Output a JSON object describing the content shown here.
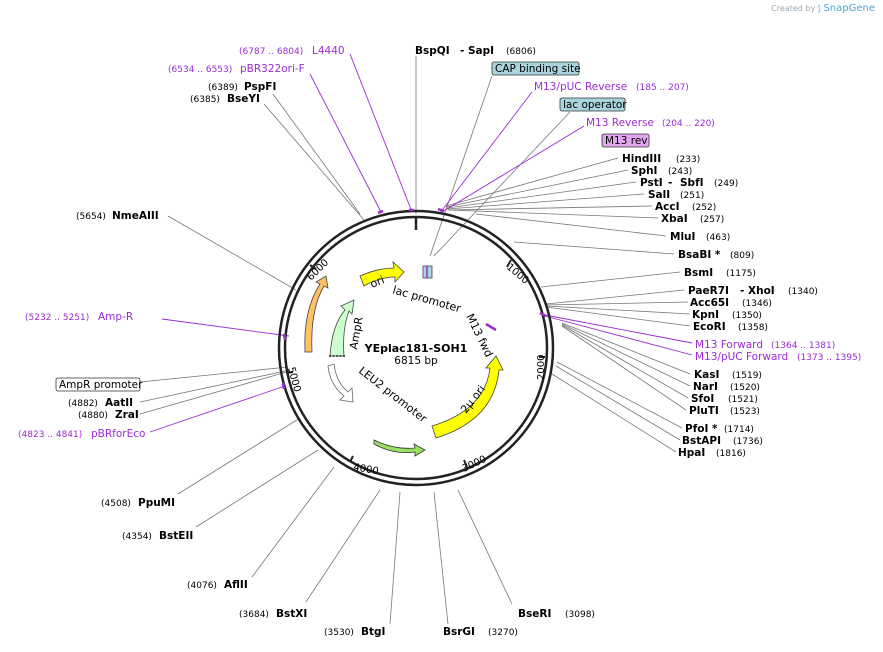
{
  "credit": {
    "prefix": "Created by",
    "brand": "SnapGene"
  },
  "plasmid": {
    "name": "YEplac181-SOH1",
    "length_label": "6815 bp"
  },
  "ticks": [
    "1000",
    "2000",
    "3000",
    "4000",
    "5000",
    "6000"
  ],
  "sites": [
    {
      "key": "bspqi",
      "name": "BspQI",
      "name2": "SapI",
      "pos": "(6806)"
    },
    {
      "key": "pspfi",
      "name": "PspFI",
      "pos": "(6389)"
    },
    {
      "key": "bseyi",
      "name": "BseYI",
      "pos": "(6385)"
    },
    {
      "key": "hindiii",
      "name": "HindIII",
      "pos": "(233)"
    },
    {
      "key": "sphi",
      "name": "SphI",
      "pos": "(243)"
    },
    {
      "key": "psti",
      "name": "PstI",
      "name2": "SbfI",
      "pos": "(249)"
    },
    {
      "key": "sali",
      "name": "SalI",
      "pos": "(251)"
    },
    {
      "key": "acci",
      "name": "AccI",
      "pos": "(252)"
    },
    {
      "key": "xbai",
      "name": "XbaI",
      "pos": "(257)"
    },
    {
      "key": "mlui",
      "name": "MluI",
      "pos": "(463)"
    },
    {
      "key": "bsabi",
      "name": "BsaBI *",
      "pos": "(809)"
    },
    {
      "key": "bsmi",
      "name": "BsmI",
      "pos": "(1175)"
    },
    {
      "key": "paer7i",
      "name": "PaeR7I",
      "name2": "XhoI",
      "pos": "(1340)"
    },
    {
      "key": "acc65i",
      "name": "Acc65I",
      "pos": "(1346)"
    },
    {
      "key": "kpni",
      "name": "KpnI",
      "pos": "(1350)"
    },
    {
      "key": "ecori",
      "name": "EcoRI",
      "pos": "(1358)"
    },
    {
      "key": "kasi",
      "name": "KasI",
      "pos": "(1519)"
    },
    {
      "key": "nari",
      "name": "NarI",
      "pos": "(1520)"
    },
    {
      "key": "sfoi",
      "name": "SfoI",
      "pos": "(1521)"
    },
    {
      "key": "pluti",
      "name": "PluTI",
      "pos": "(1523)"
    },
    {
      "key": "pfoi",
      "name": "PfoI *",
      "pos": "(1714)"
    },
    {
      "key": "bstapi",
      "name": "BstAPI",
      "pos": "(1736)"
    },
    {
      "key": "hpai",
      "name": "HpaI",
      "pos": "(1816)"
    },
    {
      "key": "nmeaiii",
      "name": "NmeAIII",
      "pos": "(5654)"
    },
    {
      "key": "aatii",
      "name": "AatII",
      "pos": "(4882)"
    },
    {
      "key": "zrai",
      "name": "ZraI",
      "pos": "(4880)"
    },
    {
      "key": "ppumi",
      "name": "PpuMI",
      "pos": "(4508)"
    },
    {
      "key": "bsteii",
      "name": "BstEII",
      "pos": "(4354)"
    },
    {
      "key": "aflii",
      "name": "AflII",
      "pos": "(4076)"
    },
    {
      "key": "bstxi",
      "name": "BstXI",
      "pos": "(3684)"
    },
    {
      "key": "btgi",
      "name": "BtgI",
      "pos": "(3530)"
    },
    {
      "key": "bsrgi",
      "name": "BsrGI",
      "pos": "(3270)"
    },
    {
      "key": "bseri",
      "name": "BseRI",
      "pos": "(3098)"
    }
  ],
  "primers": [
    {
      "key": "l4440",
      "name": "L4440",
      "range": "(6787 .. 6804)"
    },
    {
      "key": "pbr322",
      "name": "pBR322ori-F",
      "range": "(6534 .. 6553)"
    },
    {
      "key": "m13puc_rev",
      "name": "M13/pUC Reverse",
      "range": "(185 .. 207)"
    },
    {
      "key": "m13_rev",
      "name": "M13 Reverse",
      "range": "(204 .. 220)"
    },
    {
      "key": "m13_fwd",
      "name": "M13 Forward",
      "range": "(1364 .. 1381)"
    },
    {
      "key": "m13puc_fwd",
      "name": "M13/pUC Forward",
      "range": "(1373 .. 1395)"
    },
    {
      "key": "ampr",
      "name": "Amp-R",
      "range": "(5232 .. 5251)"
    },
    {
      "key": "pbrforeco",
      "name": "pBRforEco",
      "range": "(4823 .. 4841)"
    }
  ],
  "boxed_features": [
    {
      "key": "cap",
      "label": "CAP binding site",
      "fill": "#a9d4dd"
    },
    {
      "key": "lacop",
      "label": "lac operator",
      "fill": "#a9d4dd"
    },
    {
      "key": "m13rev",
      "label": "M13 rev",
      "fill": "#e2a6ef"
    },
    {
      "key": "amprprom",
      "label": "AmpR promoter",
      "fill": "#ffffff"
    }
  ],
  "features": {
    "ori": "ori",
    "lac_promoter": "lac promoter",
    "m13_fwd": "M13 fwd",
    "two_mu_ori": "2μ ori",
    "leu2_promoter": "LEU2 promoter",
    "ampr": "AmpR"
  },
  "colors": {
    "primer": "#9b2bd1",
    "ori_yellow": "#ffff00",
    "ampr_green": "#ccffcc",
    "amp_orange": "#ffc166",
    "leu2_green": "#99e066",
    "backbone": "#222222"
  }
}
